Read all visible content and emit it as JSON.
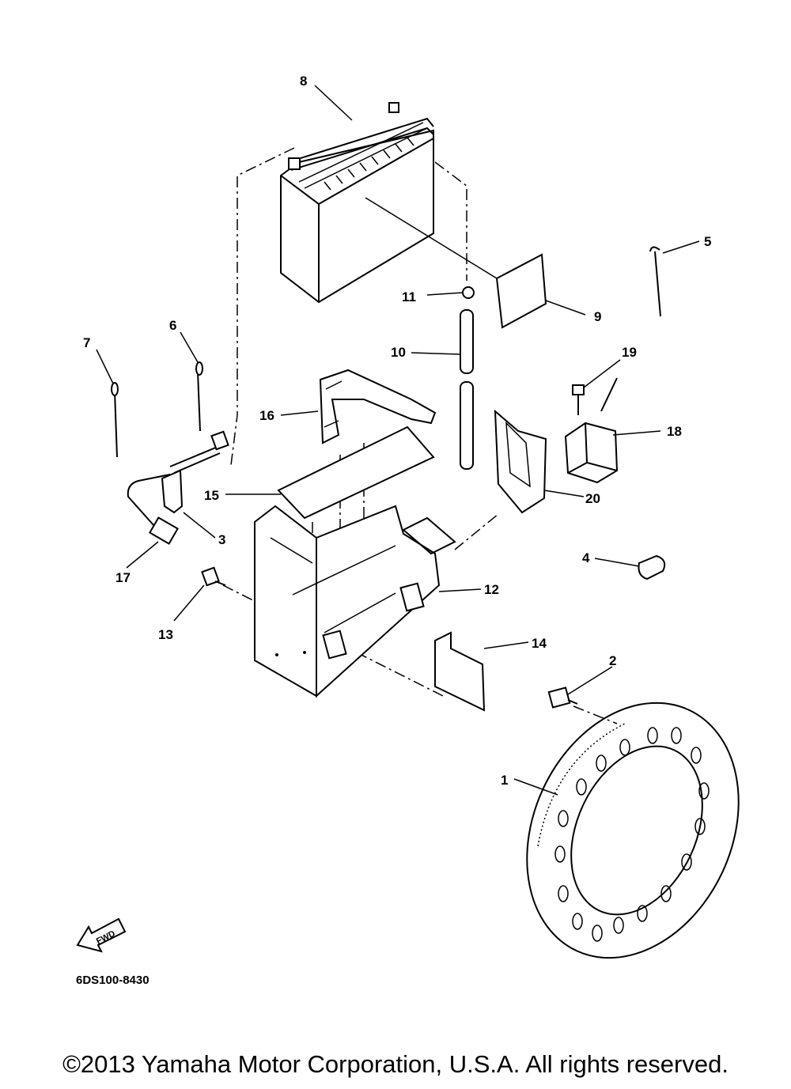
{
  "diagram": {
    "part_callouts": [
      {
        "id": "1",
        "label": "1"
      },
      {
        "id": "2",
        "label": "2"
      },
      {
        "id": "3",
        "label": "3"
      },
      {
        "id": "4",
        "label": "4"
      },
      {
        "id": "5",
        "label": "5"
      },
      {
        "id": "6",
        "label": "6"
      },
      {
        "id": "7",
        "label": "7"
      },
      {
        "id": "8",
        "label": "8"
      },
      {
        "id": "9",
        "label": "9"
      },
      {
        "id": "10",
        "label": "10"
      },
      {
        "id": "11",
        "label": "11"
      },
      {
        "id": "12",
        "label": "12"
      },
      {
        "id": "13",
        "label": "13"
      },
      {
        "id": "14",
        "label": "14"
      },
      {
        "id": "15",
        "label": "15"
      },
      {
        "id": "16",
        "label": "16"
      },
      {
        "id": "17",
        "label": "17"
      },
      {
        "id": "18",
        "label": "18"
      },
      {
        "id": "19",
        "label": "19"
      },
      {
        "id": "20",
        "label": "20"
      }
    ],
    "fwd_arrow_label": "FWD",
    "diagram_code": "6DS100-8430"
  },
  "footer": {
    "copyright": "©2013 Yamaha Motor Corporation, U.S.A. All rights reserved."
  },
  "icons": {
    "forward_arrow": "fwd-arrow-icon"
  }
}
